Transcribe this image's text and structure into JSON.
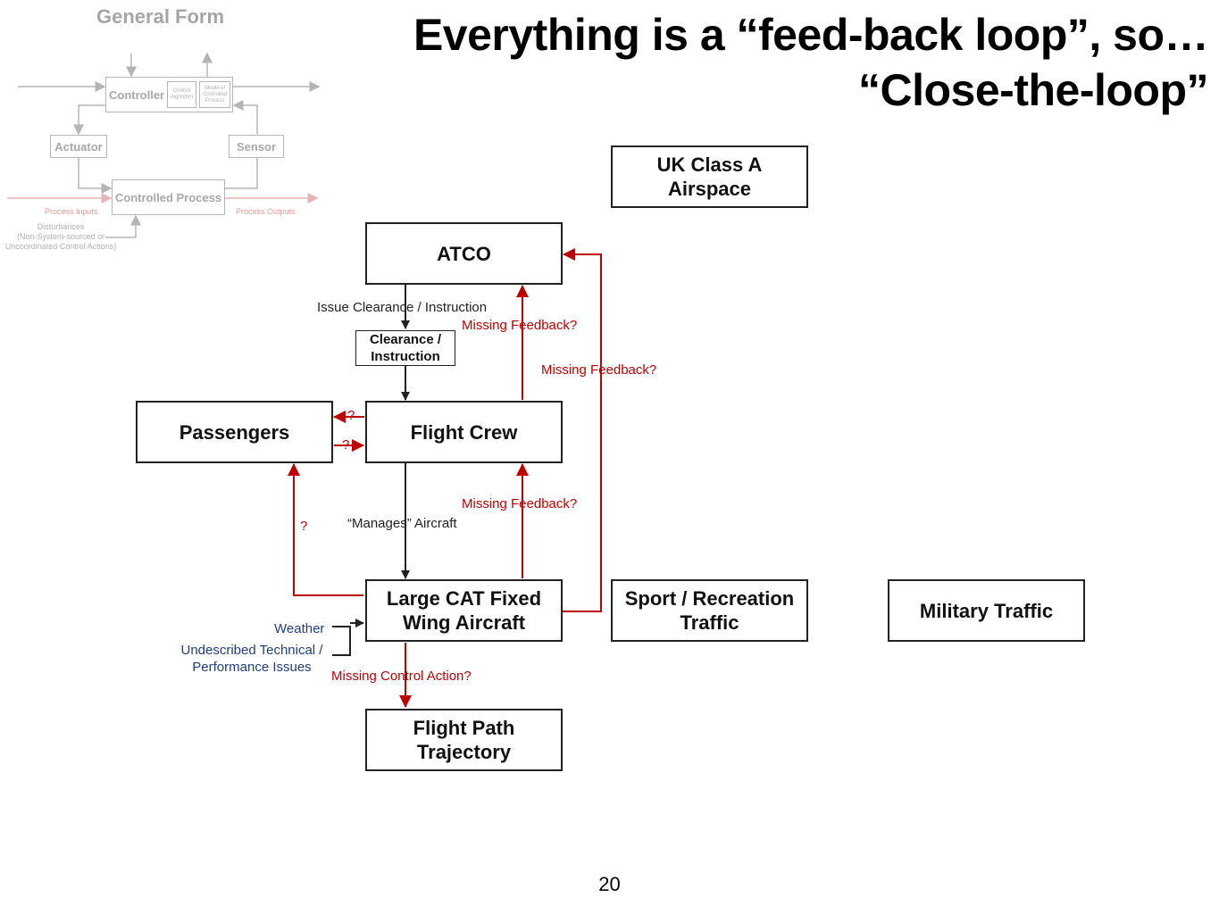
{
  "title": {
    "line1": "Everything is a “feed-back loop”, so…",
    "line2": "“Close-the-loop”"
  },
  "page_number": "20",
  "general_form": {
    "title": "General Form",
    "controller": "Controller",
    "control_algorithm": "Control Algorithm",
    "process_model": "Model of Controlled Process",
    "actuator": "Actuator",
    "sensor": "Sensor",
    "controlled_process": "Controlled Process",
    "process_inputs": "Process Inputs",
    "process_outputs": "Process Outputs",
    "disturbances_line1": "Disturbances",
    "disturbances_line2": "(Non-System-sourced or",
    "disturbances_line3": "Uncoordinated Control Actions)"
  },
  "boxes": {
    "uk_airspace_l1": "UK Class A",
    "uk_airspace_l2": "Airspace",
    "atco": "ATCO",
    "clearance_l1": "Clearance /",
    "clearance_l2": "Instruction",
    "passengers": "Passengers",
    "flight_crew": "Flight Crew",
    "aircraft_l1": "Large CAT Fixed",
    "aircraft_l2": "Wing Aircraft",
    "sport_l1": "Sport / Recreation",
    "sport_l2": "Traffic",
    "military": "Military Traffic",
    "trajectory_l1": "Flight Path",
    "trajectory_l2": "Trajectory"
  },
  "labels": {
    "issue_clearance": "Issue Clearance / Instruction",
    "missing_feedback_1": "Missing Feedback?",
    "missing_feedback_2": "Missing Feedback?",
    "missing_feedback_3": "Missing Feedback?",
    "q1": "?",
    "q2": "?",
    "q3": "?",
    "manages_aircraft": "“Manages” Aircraft",
    "weather": "Weather",
    "undescribed_l1": "Undescribed Technical /",
    "undescribed_l2": "Performance Issues",
    "missing_control_action": "Missing Control Action?"
  },
  "colors": {
    "feedback": "#c00000",
    "control": "#222222",
    "disturbance": "#1f3f7f",
    "general_form": "#b5b5b5"
  }
}
